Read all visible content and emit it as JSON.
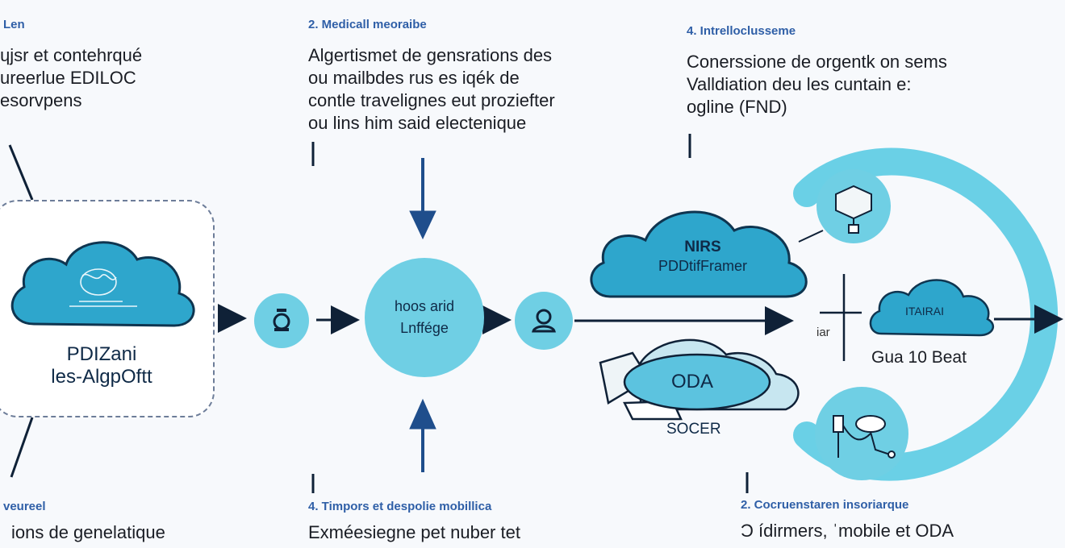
{
  "captions": {
    "top_left": {
      "step": "Len",
      "lines": [
        "ɥjsr et contehrqué",
        "ureerlue EDILOC",
        "esorvpens"
      ]
    },
    "top_center": {
      "step": "2.  Medicall meoraibe",
      "lines": [
        "Algertismet de gensrations des",
        "ou mailbdes rus es iqék de",
        "contle travelignes eut proziefter",
        "ou lins him said electenique"
      ]
    },
    "top_right": {
      "step": "4.  Intrelloclusseme",
      "lines": [
        "Conerssione de orgentk on sems",
        "Valldiation deu les cuntain e:",
        "ogline (FND)"
      ]
    },
    "bottom_left": {
      "step": "veureel",
      "lines": [
        "ions de genelatique"
      ]
    },
    "bottom_center": {
      "step": "4.  Timpors et despolie mobillica",
      "lines": [
        "Exméesiegne pet nuber tet"
      ]
    },
    "bottom_right": {
      "step": "2.  Cocruenstaren insoriarque",
      "lines": [
        "Ͻ ídirmers, ˈmobile et ODA"
      ]
    }
  },
  "nodes": {
    "left_box": {
      "lines": [
        "PDIZani",
        "les-AlgpOftt"
      ]
    },
    "center_hub": {
      "lines": [
        "hoos arid",
        "Lnffége"
      ]
    },
    "cloud_nirs": {
      "title": "NIRS",
      "subtitle": "PDDtifFramer"
    },
    "oda_shape": {
      "title": "ODA",
      "subtitle": "SOCER"
    },
    "small_cloud": {
      "title": "ITAIRAI",
      "subtitle": "Gua 10 Beat"
    },
    "junction_label": "iar"
  },
  "colors": {
    "cloud_fill": "#2ea6cc",
    "cloud_stroke": "#0f3550",
    "circle_fill": "#6fcfe4",
    "arrow_dark": "#0f2137",
    "arrow_blue": "#1f4e8c",
    "ring": "#6ad0e6"
  }
}
